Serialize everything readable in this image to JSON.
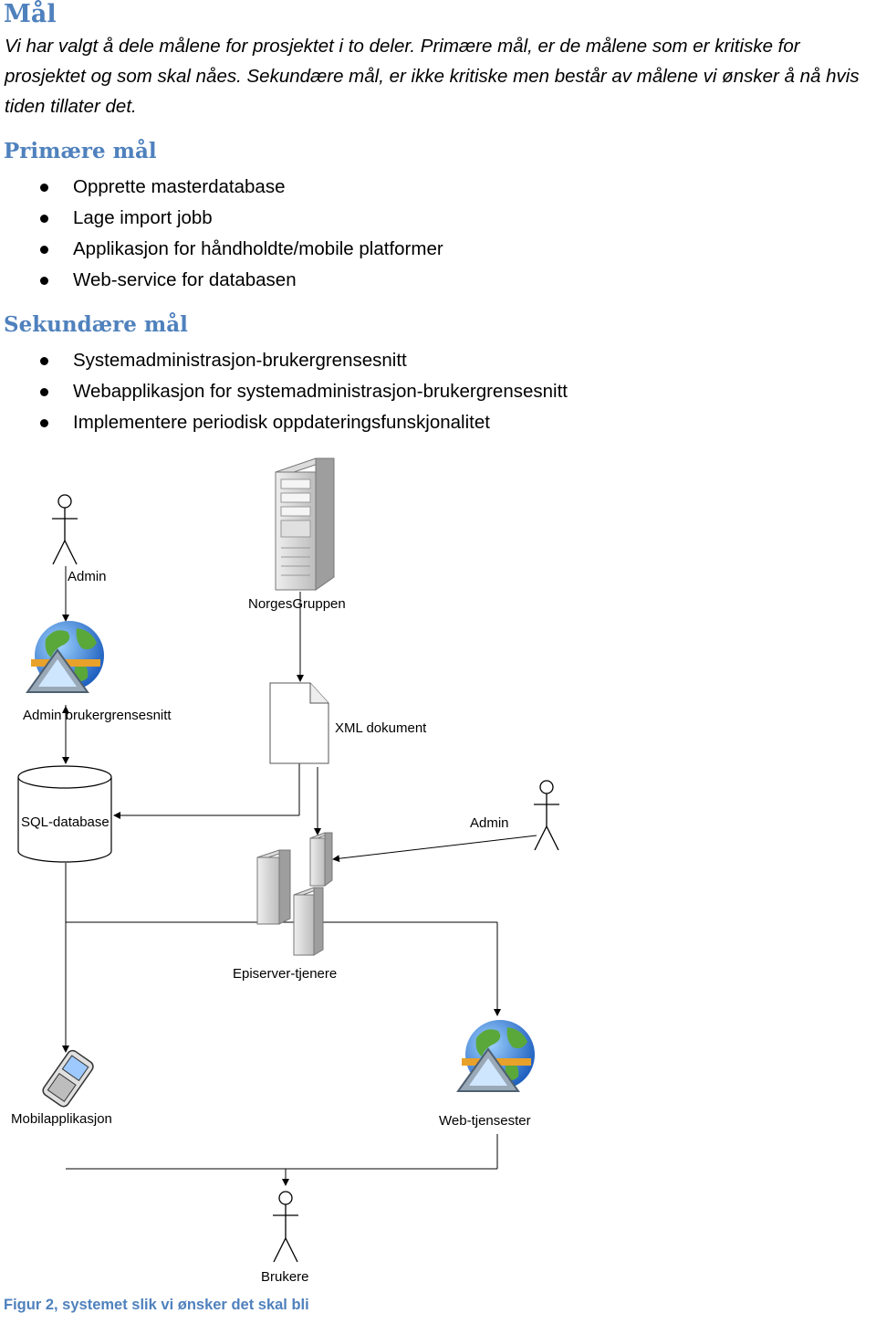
{
  "heading": "Mål",
  "intro": "Vi har valgt å dele målene for prosjektet i to deler. Primære mål, er de målene som er kritiske for prosjektet og som skal nåes. Sekundære mål, er ikke kritiske men består av målene vi ønsker å nå hvis tiden tillater det.",
  "primary": {
    "title": "Primære mål",
    "items": [
      "Opprette masterdatabase",
      "Lage import jobb",
      "Applikasjon for håndholdte/mobile platformer",
      "Web-service for databasen"
    ]
  },
  "secondary": {
    "title": "Sekundære mål",
    "items": [
      "Systemadministrasjon-brukergrensesnitt",
      "Webapplikasjon for systemadministrasjon-brukergrensesnitt",
      "Implementere periodisk oppdateringsfunskjonalitet"
    ]
  },
  "diagram": {
    "admin_top": "Admin",
    "norgesgruppen": "NorgesGruppen",
    "admin_ui": "Admin brukergrensesnitt",
    "xml_doc": "XML dokument",
    "sql_db": "SQL-database",
    "admin_right": "Admin",
    "episerver": "Episerver-tjenere",
    "mobile_app": "Mobilapplikasjon",
    "web_services": "Web-tjensester",
    "users": "Brukere"
  },
  "caption": "Figur 2, systemet slik vi ønsker det skal bli",
  "colors": {
    "heading": "#4f81bd"
  }
}
